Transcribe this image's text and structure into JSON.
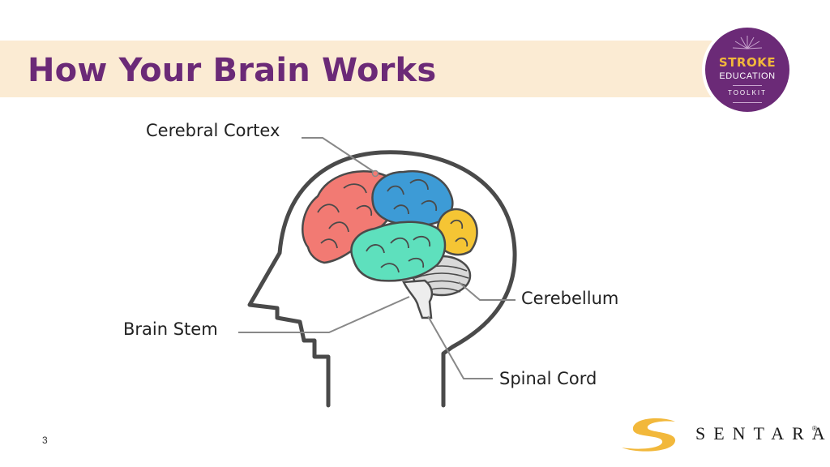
{
  "slide": {
    "title": "How Your Brain Works",
    "page_number": "3"
  },
  "badge": {
    "line1": "STROKE",
    "line2": "EDUCATION",
    "line3": "TOOLKIT"
  },
  "diagram": {
    "labels": {
      "cerebral_cortex": "Cerebral Cortex",
      "cerebellum": "Cerebellum",
      "brain_stem": "Brain Stem",
      "spinal_cord": "Spinal Cord"
    },
    "colors": {
      "frontal": "#f27a73",
      "parietal": "#3d9bd6",
      "temporal": "#5ee0bd",
      "occipital": "#f5c534",
      "cerebellum": "#d9d9d9",
      "outline": "#4a4a4a"
    }
  },
  "brand": {
    "name": "SENTARA",
    "reg": "®",
    "title_color": "#6b2a77",
    "band_color": "#fbebd3",
    "logo_color": "#f2b83b"
  }
}
